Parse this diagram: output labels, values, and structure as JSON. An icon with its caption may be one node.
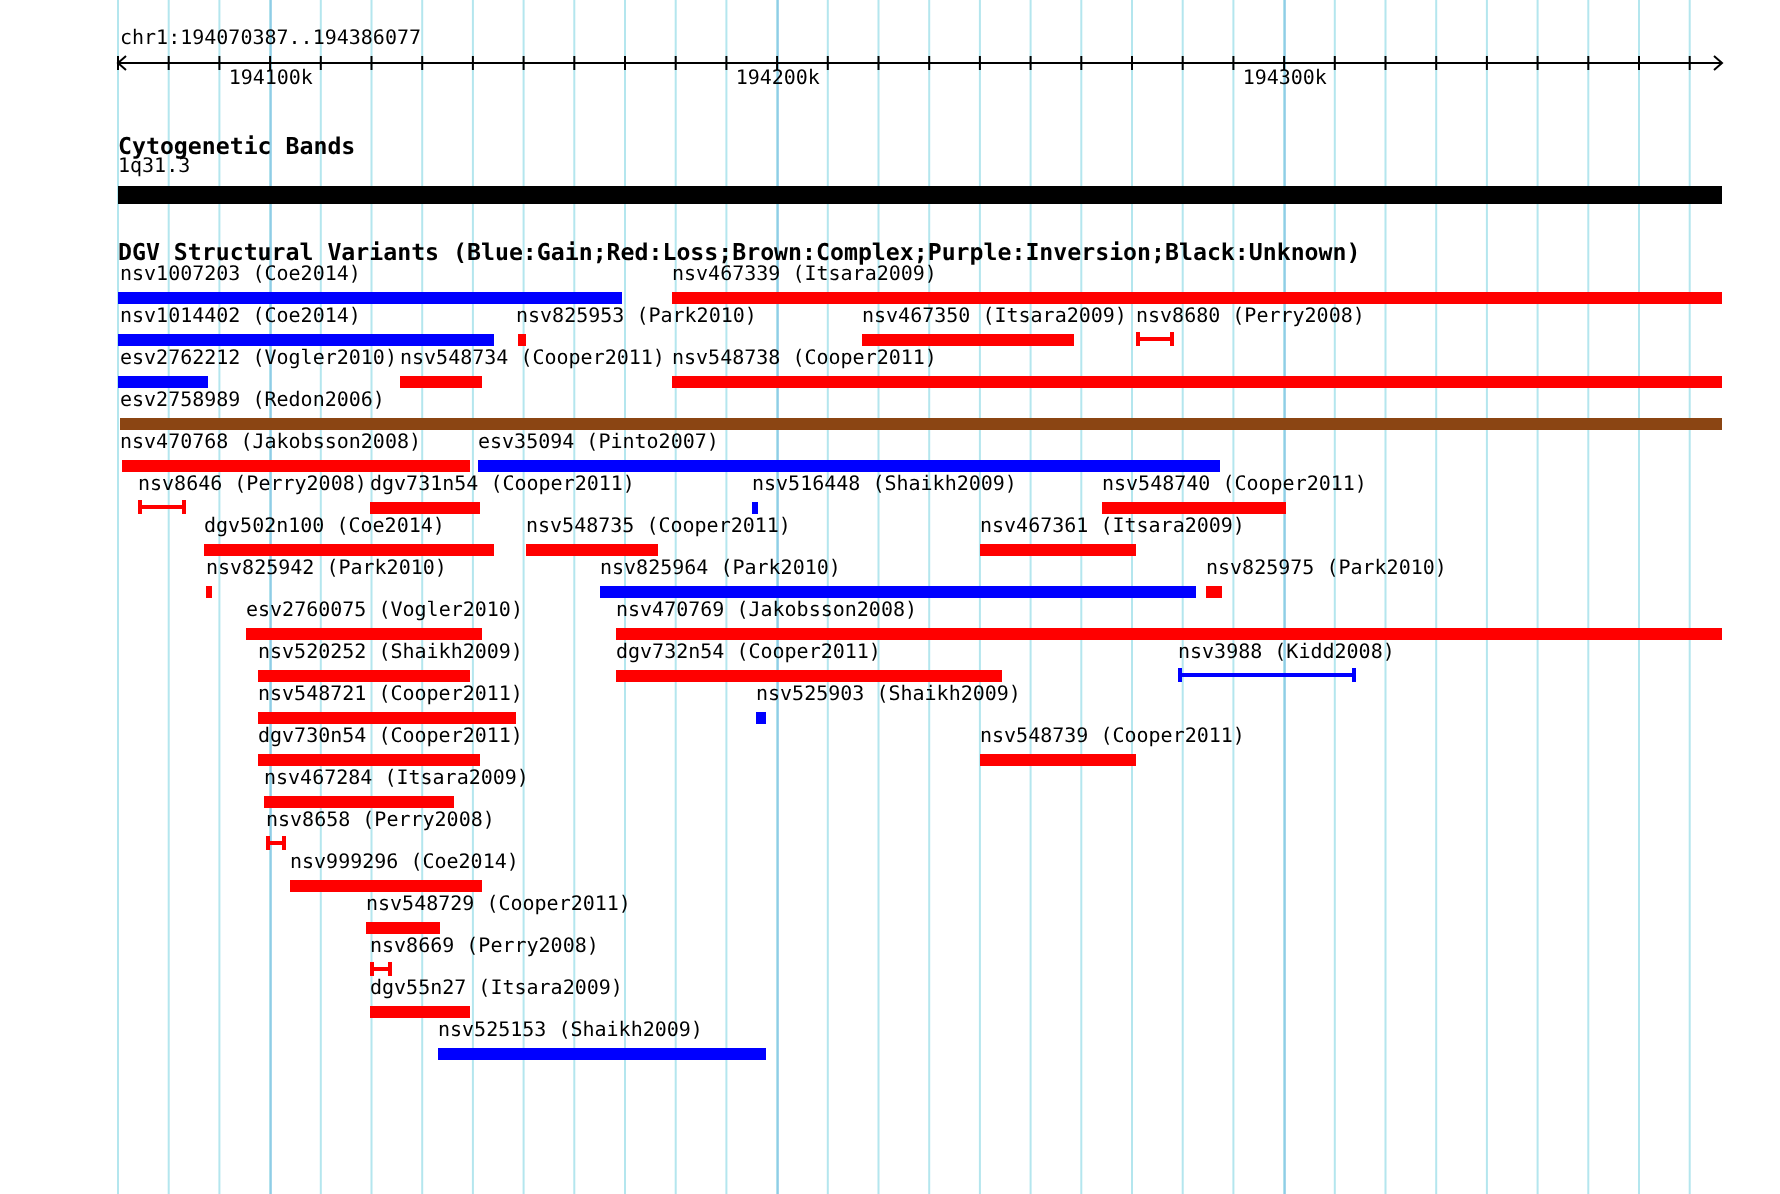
{
  "diagram": {
    "nodes": [
      {
        "text": [
          "1q31.3"
        ]
      },
      {
        "text": [
          "nsv1007203 (Coe2014)"
        ]
      },
      {
        "text": [
          "nsv467339 (Itsara2009)"
        ]
      },
      {
        "text": [
          "nsv1014402 (Coe2014)"
        ]
      },
      {
        "text": [
          "nsv825953 (Park2010)"
        ]
      },
      {
        "text": [
          "nsv467350 (Itsara2009)"
        ]
      },
      {
        "text": [
          "nsv8680 (Perry2008)"
        ]
      },
      {
        "text": [
          "esv2762212 (Vogler2010)"
        ]
      },
      {
        "text": [
          "nsv548734 (Cooper2011)"
        ]
      },
      {
        "text": [
          "nsv548738 (Cooper2011)"
        ]
      },
      {
        "text": [
          "esv2758989 (Redon2006)"
        ]
      },
      {
        "text": [
          "nsv470768 (Jakobsson2008)"
        ]
      },
      {
        "text": [
          "esv35094 (Pinto2007)"
        ]
      },
      {
        "text": [
          "nsv8646 (Perry2008)"
        ]
      },
      {
        "text": [
          "dgv731n54 (Cooper2011)"
        ]
      },
      {
        "text": [
          "nsv516448 (Shaikh2009)"
        ]
      },
      {
        "text": [
          "nsv548740 (Cooper2011)"
        ]
      },
      {
        "text": [
          "dgv502n100 (Coe2014)"
        ]
      },
      {
        "text": [
          "nsv548735 (Cooper2011)"
        ]
      },
      {
        "text": [
          "nsv467361 (Itsara2009)"
        ]
      },
      {
        "text": [
          "nsv825942 (Park2010)"
        ]
      },
      {
        "text": [
          "nsv825964 (Park2010)"
        ]
      },
      {
        "text": [
          "nsv825975 (Park2010)"
        ]
      },
      {
        "text": [
          "esv2760075 (Vogler2010)"
        ]
      },
      {
        "text": [
          "nsv470769 (Jakobsson2008)"
        ]
      },
      {
        "text": [
          "nsv520252 (Shaikh2009)"
        ]
      },
      {
        "text": [
          "dgv732n54 (Cooper2011)"
        ]
      },
      {
        "text": [
          "nsv3988 (Kidd2008)"
        ]
      },
      {
        "text": [
          "nsv548721 (Cooper2011)"
        ]
      },
      {
        "text": [
          "nsv525903 (Shaikh2009)"
        ]
      },
      {
        "text": [
          "dgv730n54 (Cooper2011)"
        ]
      },
      {
        "text": [
          "nsv548739 (Cooper2011)"
        ]
      },
      {
        "text": [
          "nsv467284 (Itsara2009)"
        ]
      },
      {
        "text": [
          "nsv8658 (Perry2008)"
        ]
      },
      {
        "text": [
          "nsv999296 (Coe2014)"
        ]
      },
      {
        "text": [
          "nsv548729 (Cooper2011)"
        ]
      },
      {
        "text": [
          "nsv8669 (Perry2008)"
        ]
      },
      {
        "text": [
          "dgv55n27 (Itsara2009)"
        ]
      },
      {
        "text": [
          "nsv525153 (Shaikh2009)"
        ]
      }
    ],
    "labels": [
      "chr1:194070387..194386077",
      "194100k",
      "194200k",
      "194300k",
      "Cytogenetic Bands",
      "DGV Structural Variants (Blue:Gain;Red:Loss;Brown:Complex;Purple:Inversion;Black:Unknown)"
    ]
  }
}
